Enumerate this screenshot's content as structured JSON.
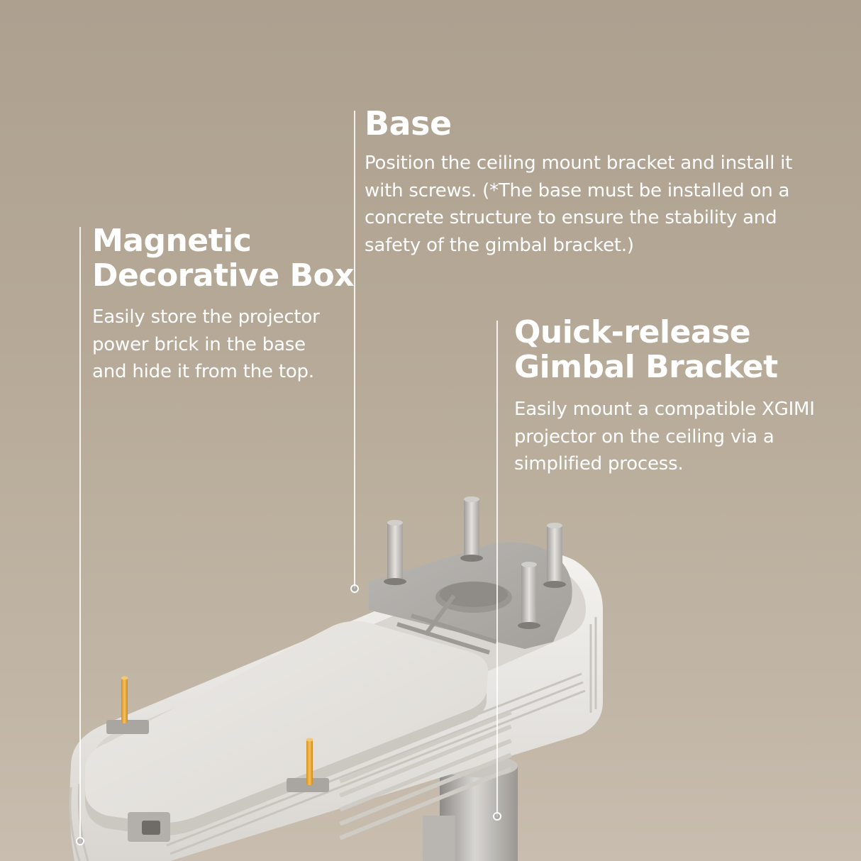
{
  "header": {
    "title_fragment": ""
  },
  "callouts": {
    "base": {
      "title": "Base",
      "description": "Position the ceiling mount bracket and install it with screws. (*The base must be installed on a concrete structure to ensure the stability and safety of the gimbal bracket.)"
    },
    "box": {
      "title_line1": "Magnetic",
      "title_line2": "Decorative Box",
      "description": "Easily store the projector power brick in the base and hide it from the top."
    },
    "gimbal": {
      "title_line1": "Quick-release",
      "title_line2": "Gimbal Bracket",
      "description": "Easily mount a compatible XGIMI projector on the ceiling via a simplified process."
    }
  },
  "colors": {
    "background_top": "#ada08f",
    "background_bottom": "#c8bdae",
    "text": "#ffffff",
    "housing": "#e9e7e3",
    "anchor_accent": "#e7a93a"
  },
  "icons": {
    "product": "ceiling-mount-illustration"
  }
}
